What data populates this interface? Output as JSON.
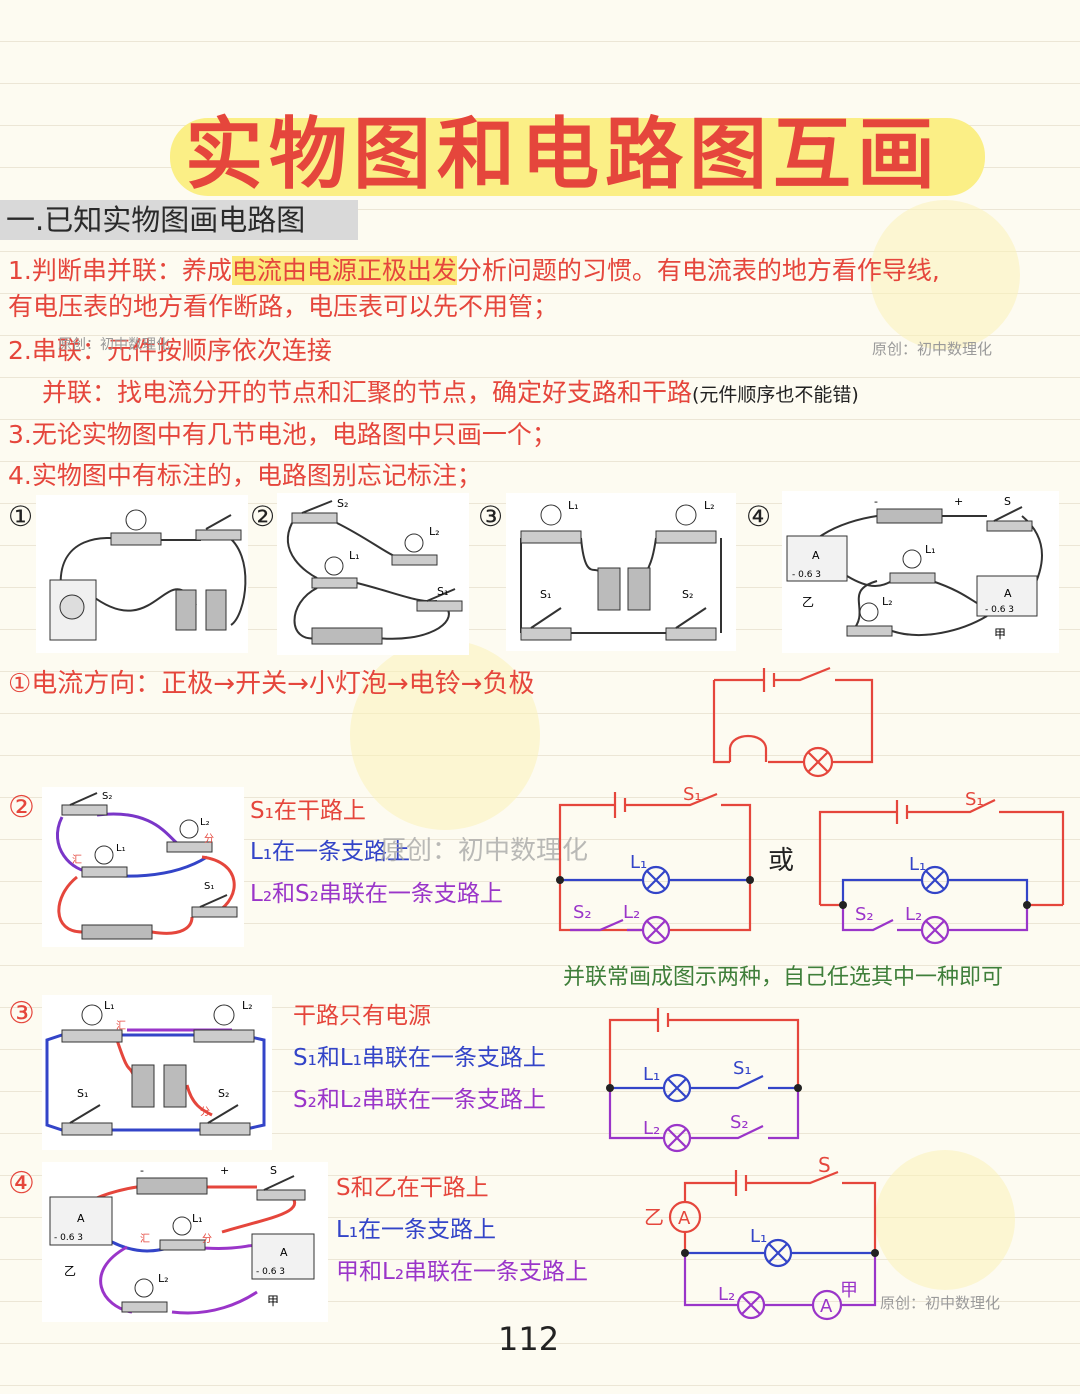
{
  "title": "实物图和电路图互画",
  "section_heading": "一.已知实物图画电路图",
  "rules": {
    "r1_a": "1.判断串并联：养成",
    "r1_b": "电流由电源正极出发",
    "r1_c": "分析问题的习惯。有电流表的地方看作导线,",
    "r1_d": "有电压表的地方看作断路，电压表可以先不用管；",
    "r2_a": "2.串联：元件按顺序依次连接",
    "r2_b": "并联：找电流分开的节点和汇聚的节点，确定好支路和干路",
    "r2_c": "(元件顺序也不能错)",
    "r3": "3.无论实物图中有几节电池，电路图中只画一个；",
    "r4": "4.实物图中有标注的，电路图别忘记标注；"
  },
  "watermark": "原创：初中数理化",
  "numbers": [
    "①",
    "②",
    "③",
    "④"
  ],
  "labels": {
    "s": "S",
    "s1": "S₁",
    "s2": "S₂",
    "l1": "L₁",
    "l2": "L₂",
    "yi": "乙",
    "jia": "甲",
    "a": "A",
    "fen": "分",
    "hui": "汇",
    "neg": "-",
    "pos": "+",
    "m": "- 0.6 3"
  },
  "ex1": {
    "text": "①电流方向：正极→开关→小灯泡→电铃→负极"
  },
  "ex2": {
    "line1": "S₁在干路上",
    "line2": "L₁在一条支路上",
    "line3": "L₂和S₂串联在一条支路上",
    "or": "或"
  },
  "parallel_note": "并联常画成图示两种，自己任选其中一种即可",
  "ex3": {
    "line1": "干路只有电源",
    "line2": "S₁和L₁串联在一条支路上",
    "line3": "S₂和L₂串联在一条支路上"
  },
  "ex4": {
    "line1": "S和乙在干路上",
    "line2": "L₁在一条支路上",
    "line3": "甲和L₂串联在一条支路上"
  },
  "page_number": "112"
}
